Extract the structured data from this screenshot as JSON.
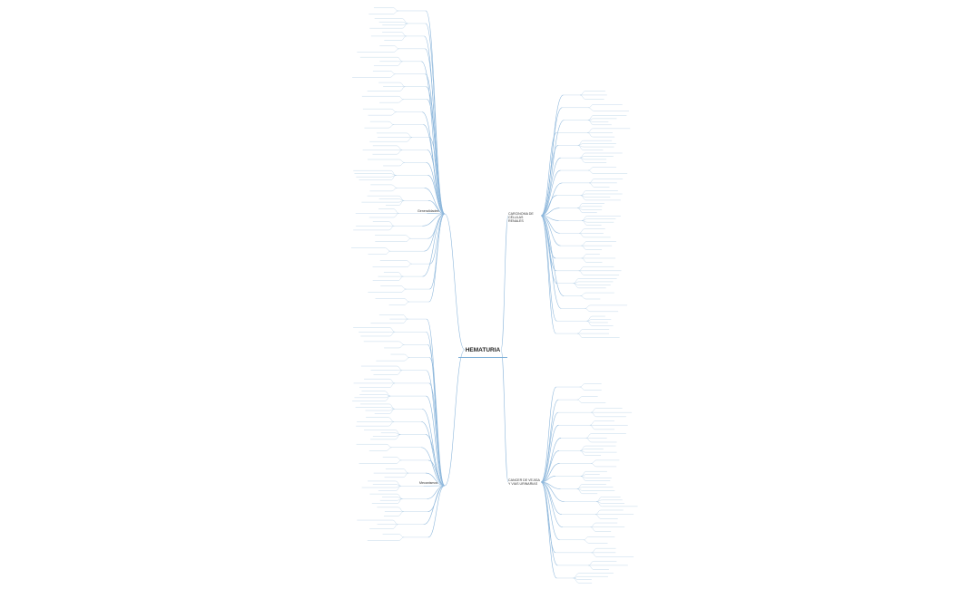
{
  "map": {
    "central_topic": "HEMATURIA",
    "branches": [
      {
        "id": "left-top",
        "label": "Generalidades"
      },
      {
        "id": "left-bottom",
        "label": "Mecanismos"
      },
      {
        "id": "right-top",
        "label": "CARCINOMA DE CÉLULAS RENALES"
      },
      {
        "id": "right-bottom",
        "label": "CANCER DE VEJIGA Y VIAS URINARIAS"
      }
    ]
  }
}
